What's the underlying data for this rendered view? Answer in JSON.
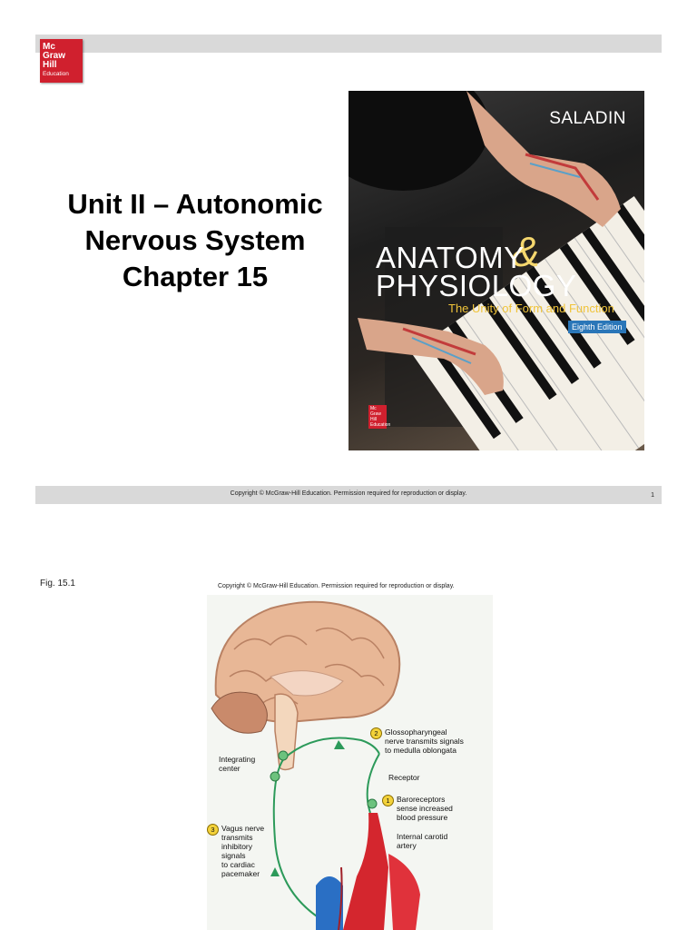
{
  "slide1": {
    "logo": {
      "line1": "Mc",
      "line2": "Graw",
      "line3": "Hill",
      "line4": "Education"
    },
    "title_lines": [
      "Unit II – Autonomic",
      "Nervous System",
      "Chapter 15"
    ],
    "cover": {
      "author": "SALADIN",
      "title_line1": "ANATOMY",
      "ampersand": "&",
      "title_line2": "PHYSIOLOGY",
      "subtitle": "The Unity of Form and Function",
      "edition": "Eighth Edition",
      "mini_logo": "Mc Graw Hill Education"
    },
    "copyright": "Copyright © McGraw-Hill Education. Permission required for reproduction or display.",
    "page_number": "1"
  },
  "slide2": {
    "fig_label": "Fig. 15.1",
    "copyright": "Copyright © McGraw-Hill Education. Permission required for reproduction or display.",
    "labels": {
      "step2_num": "2",
      "step2_text": [
        "Glossopharyngeal",
        "nerve transmits signals",
        "to medulla oblongata"
      ],
      "integrating": [
        "Integrating",
        "center"
      ],
      "receptor": "Receptor",
      "step1_num": "1",
      "step1_text": [
        "Baroreceptors",
        "sense increased",
        "blood pressure"
      ],
      "step3_num": "3",
      "step3_text": [
        "Vagus nerve",
        "transmits",
        "inhibitory",
        "signals",
        "to cardiac",
        "pacemaker"
      ],
      "carotid": [
        "Internal carotid",
        "artery"
      ]
    }
  }
}
